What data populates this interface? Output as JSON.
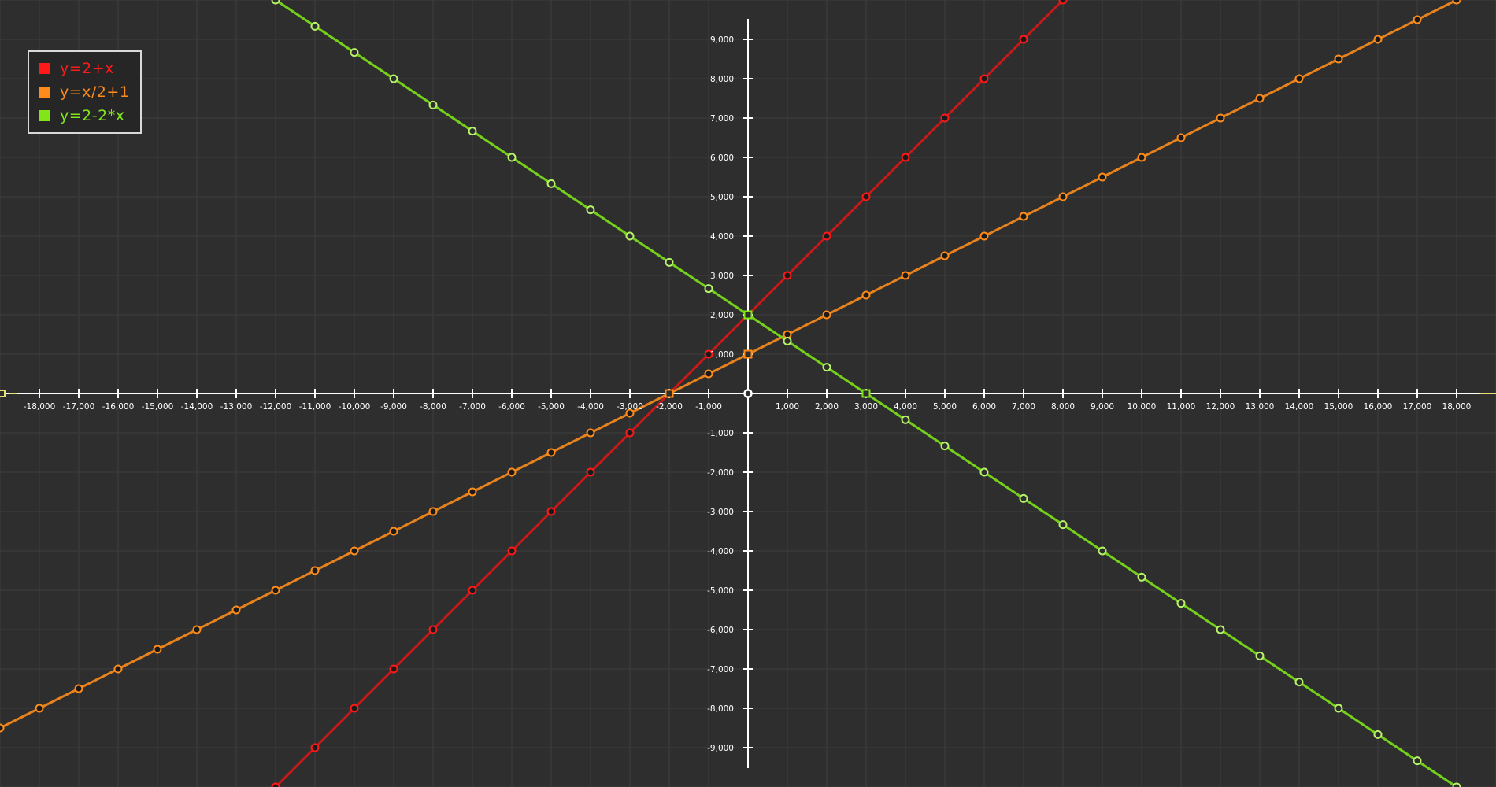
{
  "chart_data": {
    "type": "line",
    "xlim": [
      -19000,
      18500
    ],
    "ylim": [
      -10000,
      10000
    ],
    "x_ticks": [
      -18000,
      -17000,
      -16000,
      -15000,
      -14000,
      -13000,
      -12000,
      -11000,
      -10000,
      -9000,
      -8000,
      -7000,
      -6000,
      -5000,
      -4000,
      -3000,
      -2000,
      -1000,
      1000,
      2000,
      3000,
      4000,
      5000,
      6000,
      7000,
      8000,
      9000,
      10000,
      11000,
      12000,
      13000,
      14000,
      15000,
      16000,
      17000,
      18000
    ],
    "x_tick_labels": [
      "-18,000",
      "-17,000",
      "-16,000",
      "-15,000",
      "-14,000",
      "-13,000",
      "-12,000",
      "-11,000",
      "-10,000",
      "-9,000",
      "-8,000",
      "-7,000",
      "-6,000",
      "-5,000",
      "-4,000",
      "-3,000",
      "-2,000",
      "-1,000",
      "1,000",
      "2,000",
      "3,000",
      "4,000",
      "5,000",
      "6,000",
      "7,000",
      "8,000",
      "9,000",
      "10,000",
      "11,000",
      "12,000",
      "13,000",
      "14,000",
      "15,000",
      "16,000",
      "17,000",
      "18,000"
    ],
    "y_ticks": [
      9000,
      8000,
      7000,
      6000,
      5000,
      4000,
      3000,
      2000,
      1000,
      -1000,
      -2000,
      -3000,
      -4000,
      -5000,
      -6000,
      -7000,
      -8000,
      -9000
    ],
    "y_tick_labels": [
      "9,000",
      "8,000",
      "7,000",
      "6,000",
      "5,000",
      "4,000",
      "3,000",
      "2,000",
      "1,000",
      "-1,000",
      "-2,000",
      "-3,000",
      "-4,000",
      "-5,000",
      "-6,000",
      "-7,000",
      "-8,000",
      "-9,000"
    ],
    "grid": true,
    "legend_position": "top-left",
    "series": [
      {
        "name": "y=2+x",
        "color": "#ff1a1a",
        "line_color": "#c81818",
        "x": [
          -12000,
          -11000,
          -10000,
          -9000,
          -8000,
          -7000,
          -6000,
          -5000,
          -4000,
          -3000,
          -2000,
          -1000,
          0,
          1000,
          2000,
          3000,
          4000,
          5000,
          6000,
          7000,
          8000
        ],
        "y": [
          -10000,
          -9000,
          -8000,
          -7000,
          -6000,
          -5000,
          -4000,
          -3000,
          -2000,
          -1000,
          0,
          1000,
          2000,
          3000,
          4000,
          5000,
          6000,
          7000,
          8000,
          9000,
          10000
        ]
      },
      {
        "name": "y=x/2+1",
        "color": "#ff8c1a",
        "line_color": "#e8821c",
        "x": [
          -19000,
          -18000,
          -17000,
          -16000,
          -15000,
          -14000,
          -13000,
          -12000,
          -11000,
          -10000,
          -9000,
          -8000,
          -7000,
          -6000,
          -5000,
          -4000,
          -3000,
          -2000,
          -1000,
          0,
          1000,
          2000,
          3000,
          4000,
          5000,
          6000,
          7000,
          8000,
          9000,
          10000,
          11000,
          12000,
          13000,
          14000,
          15000,
          16000,
          17000,
          18000
        ],
        "y": [
          -8500,
          -8000,
          -7500,
          -7000,
          -6500,
          -6000,
          -5500,
          -5000,
          -4500,
          -4000,
          -3500,
          -3000,
          -2500,
          -2000,
          -1500,
          -1000,
          -500,
          0,
          500,
          1000,
          1500,
          2000,
          2500,
          3000,
          3500,
          4000,
          4500,
          5000,
          5500,
          6000,
          6500,
          7000,
          7500,
          8000,
          8500,
          9000,
          9500,
          10000
        ]
      },
      {
        "name": "y=2-2*x",
        "color": "#80e61a",
        "line_color": "#74d01a",
        "x": [
          -12000,
          -11000,
          -10000,
          -9000,
          -8000,
          -7000,
          -6000,
          -5000,
          -4000,
          -3000,
          -2000,
          -1000,
          0,
          1000,
          2000,
          3000,
          4000,
          5000,
          6000,
          7000,
          8000,
          9000,
          10000,
          11000,
          12000,
          13000,
          14000,
          15000,
          16000,
          17000,
          18000
        ],
        "y": [
          10000,
          9333,
          8667,
          8000,
          7333,
          6667,
          6000,
          5333,
          4667,
          4000,
          3333,
          2667,
          2000,
          1333,
          667,
          0,
          -667,
          -1333,
          -2000,
          -2667,
          -3333,
          -4000,
          -4667,
          -5333,
          -6000,
          -6667,
          -7333,
          -8000,
          -8667,
          -9333,
          -10000
        ]
      }
    ]
  }
}
